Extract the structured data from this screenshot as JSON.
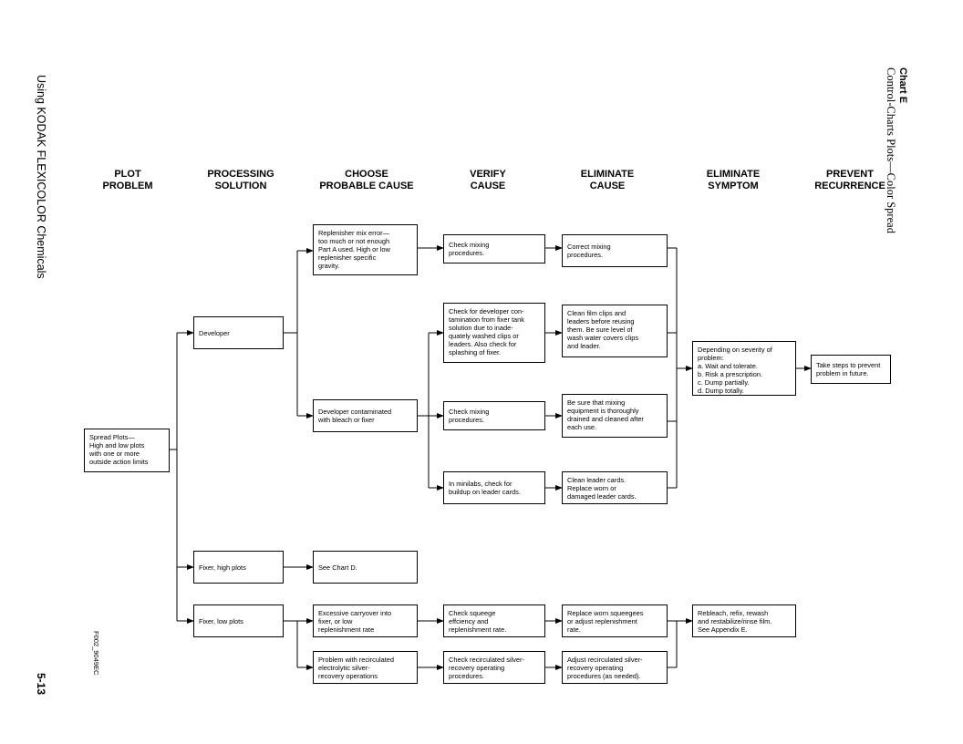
{
  "side": {
    "left_title": "Using KODAK FLEXICOLOR Chemicals",
    "chart_label": "Chart E",
    "chart_subtitle": "Control-Charts Plots—Color Spread",
    "page_number": "5-13",
    "figure_id": "F002_9049EC"
  },
  "headers": {
    "plot": "PLOT\nPROBLEM",
    "processing": "PROCESSING\nSOLUTION",
    "choose": "CHOOSE\nPROBABLE CAUSE",
    "verify": "VERIFY\nCAUSE",
    "eliminate_cause": "ELIMINATE\nCAUSE",
    "eliminate_symptom": "ELIMINATE\nSYMPTOM",
    "prevent": "PREVENT\nRECURRENCE"
  },
  "boxes": {
    "spread": "Spread Plots—\nHigh and low plots\nwith one or more\noutside action limits",
    "developer": "Developer",
    "fixer_high": "Fixer, high plots",
    "fixer_low": "Fixer, low plots",
    "mix_error": "Replenisher mix error—\ntoo much or not enough\nPart A used. High or low\nreplenisher specific\ngravity.",
    "dev_contam": "Developer contaminated\nwith bleach or fixer",
    "see_chart_d": "See Chart D.",
    "carryover": "Excessive carryover into\nfixer, or low\nreplenishment rate",
    "recirc_problem": "Problem with recirculated\nelectrolytic silver-\nrecovery operations",
    "check_mixing_1": "Check mixing\nprocedures.",
    "check_contam": "Check for developer con-\ntamination from fixer tank\nsolution due to inade-\nquately washed clips or\nleaders. Also check for\nsplashing of fixer.",
    "check_mixing_2": "Check mixing\nprocedures.",
    "minilabs": "In minilabs, check for\nbuildup on leader cards.",
    "check_squeegee": "Check squeege\neffciency and\nreplenishment rate.",
    "check_recirc": "Check recirculated silver-\nrecovery operating\nprocedures.",
    "correct_mixing": "Correct mixing\nprocedures.",
    "clean_clips": "Clean film clips and\nleaders before reusing\nthem. Be sure level of\nwash water covers clips\nand leader.",
    "mixing_equipment": "Be sure that mixing\nequipment is thoroughly\ndrained and cleaned after\neach use.",
    "clean_cards": "Clean leader cards.\nReplace worn or\ndamaged leader cards.",
    "replace_squeegees": "Replace worn squeegees\nor adjust replenishment\nrate.",
    "adjust_recirc": "Adjust recirculated silver-\nrecovery operating\nprocedures (as needed).",
    "depending": "Depending on severity of\nproblem:\na. Wait and tolerate.\nb. Risk a prescription.\nc. Dump partially.\nd. Dump totally.",
    "rebleach": "Rebleach, refix, rewash\nand restabilize/rinse film.\nSee Appendix E.",
    "take_steps": "Take steps to prevent\nproblem in future."
  }
}
